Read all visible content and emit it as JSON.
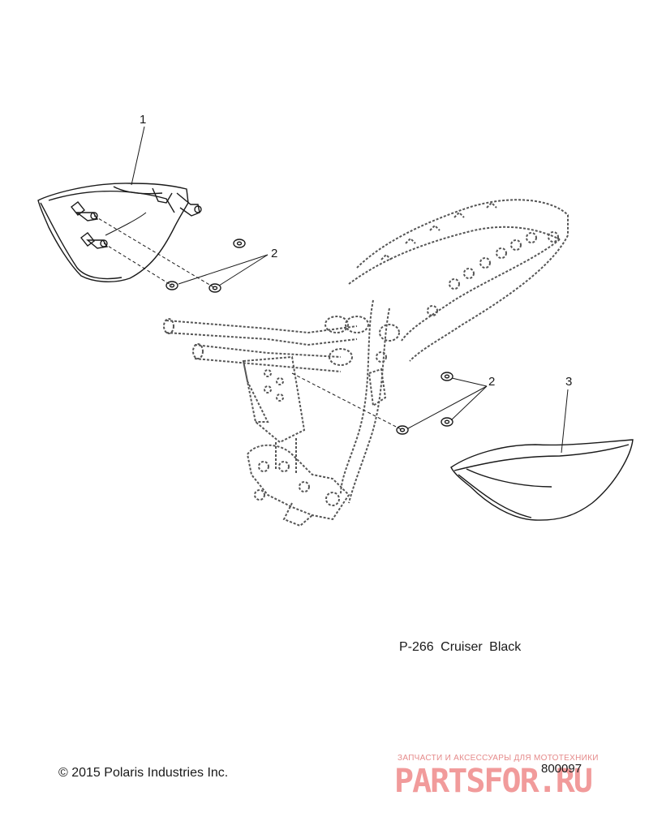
{
  "callouts": {
    "c1": "1",
    "c2a": "2",
    "c2b": "2",
    "c3": "3"
  },
  "parts": [
    {
      "ref": "1",
      "item": "left-side-cover"
    },
    {
      "ref": "2",
      "item": "grommet"
    },
    {
      "ref": "3",
      "item": "right-side-cover"
    }
  ],
  "caption": "P-266  Cruiser Black",
  "copyright": "© 2015 Polaris Industries Inc.",
  "part_number": "800097",
  "watermark": {
    "tagline": "ЗАПЧАСТИ И АКСЕССУАРЫ ДЛЯ МОТОТЕХНИКИ",
    "logo": "PARTSFOR.RU",
    "color": "#ef8a8a"
  },
  "colors": {
    "line": "#1a1a1a",
    "background": "#ffffff"
  }
}
